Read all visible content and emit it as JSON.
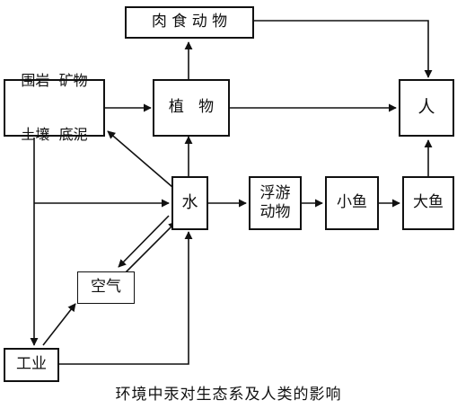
{
  "nodes": {
    "carnivores": "肉 食 动 物",
    "rocks_minerals": [
      "围岩  矿物",
      "土壤  底泥"
    ],
    "plants": "植   物",
    "human": "人",
    "water": "水",
    "plankton": [
      "浮游",
      "动物"
    ],
    "small_fish": "小鱼",
    "big_fish": "大鱼",
    "air": "空气",
    "industry": "工业"
  },
  "caption": "环境中汞对生态系及人类的影响",
  "colors": {
    "stroke": "#111111",
    "background": "#ffffff"
  }
}
